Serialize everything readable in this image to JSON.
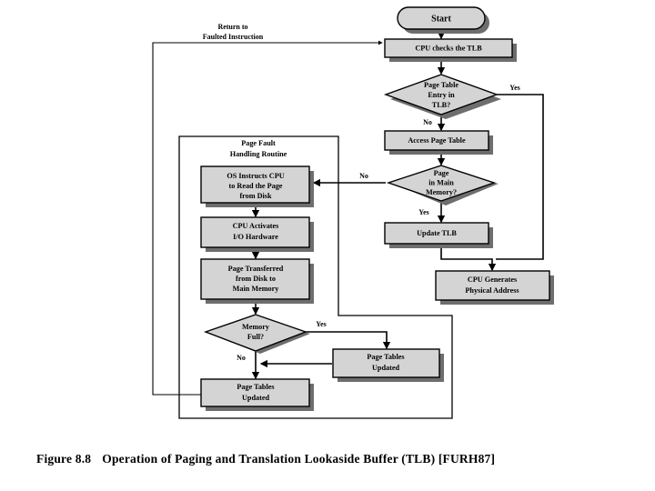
{
  "figure": {
    "caption_number": "Figure 8.8",
    "caption_text": "Operation of Paging and Translation Lookaside Buffer (TLB) [FURH87]"
  },
  "diagram": {
    "type": "flowchart",
    "group_box": {
      "title_line1": "Page Fault",
      "title_line2": "Handling Routine"
    },
    "return_label": {
      "line1": "Return to",
      "line2": "Faulted Instruction"
    },
    "nodes": {
      "start": {
        "shape": "terminator",
        "label": "Start"
      },
      "cpu_checks_tlb": {
        "shape": "process",
        "label": "CPU checks the TLB"
      },
      "pte_in_tlb": {
        "shape": "decision",
        "line1": "Page Table",
        "line2": "Entry in",
        "line3": "TLB?"
      },
      "access_page_table": {
        "shape": "process",
        "label": "Access Page Table"
      },
      "page_in_main_mem": {
        "shape": "decision",
        "line1": "Page",
        "line2": "in Main",
        "line3": "Memory?"
      },
      "update_tlb": {
        "shape": "process",
        "label": "Update TLB"
      },
      "cpu_gen_phys_addr": {
        "shape": "process",
        "line1": "CPU Generates",
        "line2": "Physical Address"
      },
      "os_instructs_cpu": {
        "shape": "process",
        "line1": "OS Instructs CPU",
        "line2": "to Read the Page",
        "line3": "from Disk"
      },
      "cpu_activates_io": {
        "shape": "process",
        "line1": "CPU Activates",
        "line2": "I/O Hardware"
      },
      "page_transferred": {
        "shape": "process",
        "line1": "Page Transferred",
        "line2": "from Disk to",
        "line3": "Main Memory"
      },
      "memory_full": {
        "shape": "decision",
        "line1": "Memory",
        "line2": "Full?"
      },
      "page_tables_updated_right": {
        "shape": "process",
        "line1": "Page Tables",
        "line2": "Updated"
      },
      "page_tables_updated_left": {
        "shape": "process",
        "line1": "Page Tables",
        "line2": "Updated"
      }
    },
    "edge_labels": {
      "pte_in_tlb_yes": "Yes",
      "pte_in_tlb_no": "No",
      "page_in_main_mem_yes": "Yes",
      "page_in_main_mem_no": "No",
      "memory_full_yes": "Yes",
      "memory_full_no": "No"
    },
    "colors": {
      "shape_fill": "#d4d4d4",
      "shape_shadow": "#6e6e6e",
      "stroke": "#000000",
      "background": "#ffffff"
    }
  }
}
